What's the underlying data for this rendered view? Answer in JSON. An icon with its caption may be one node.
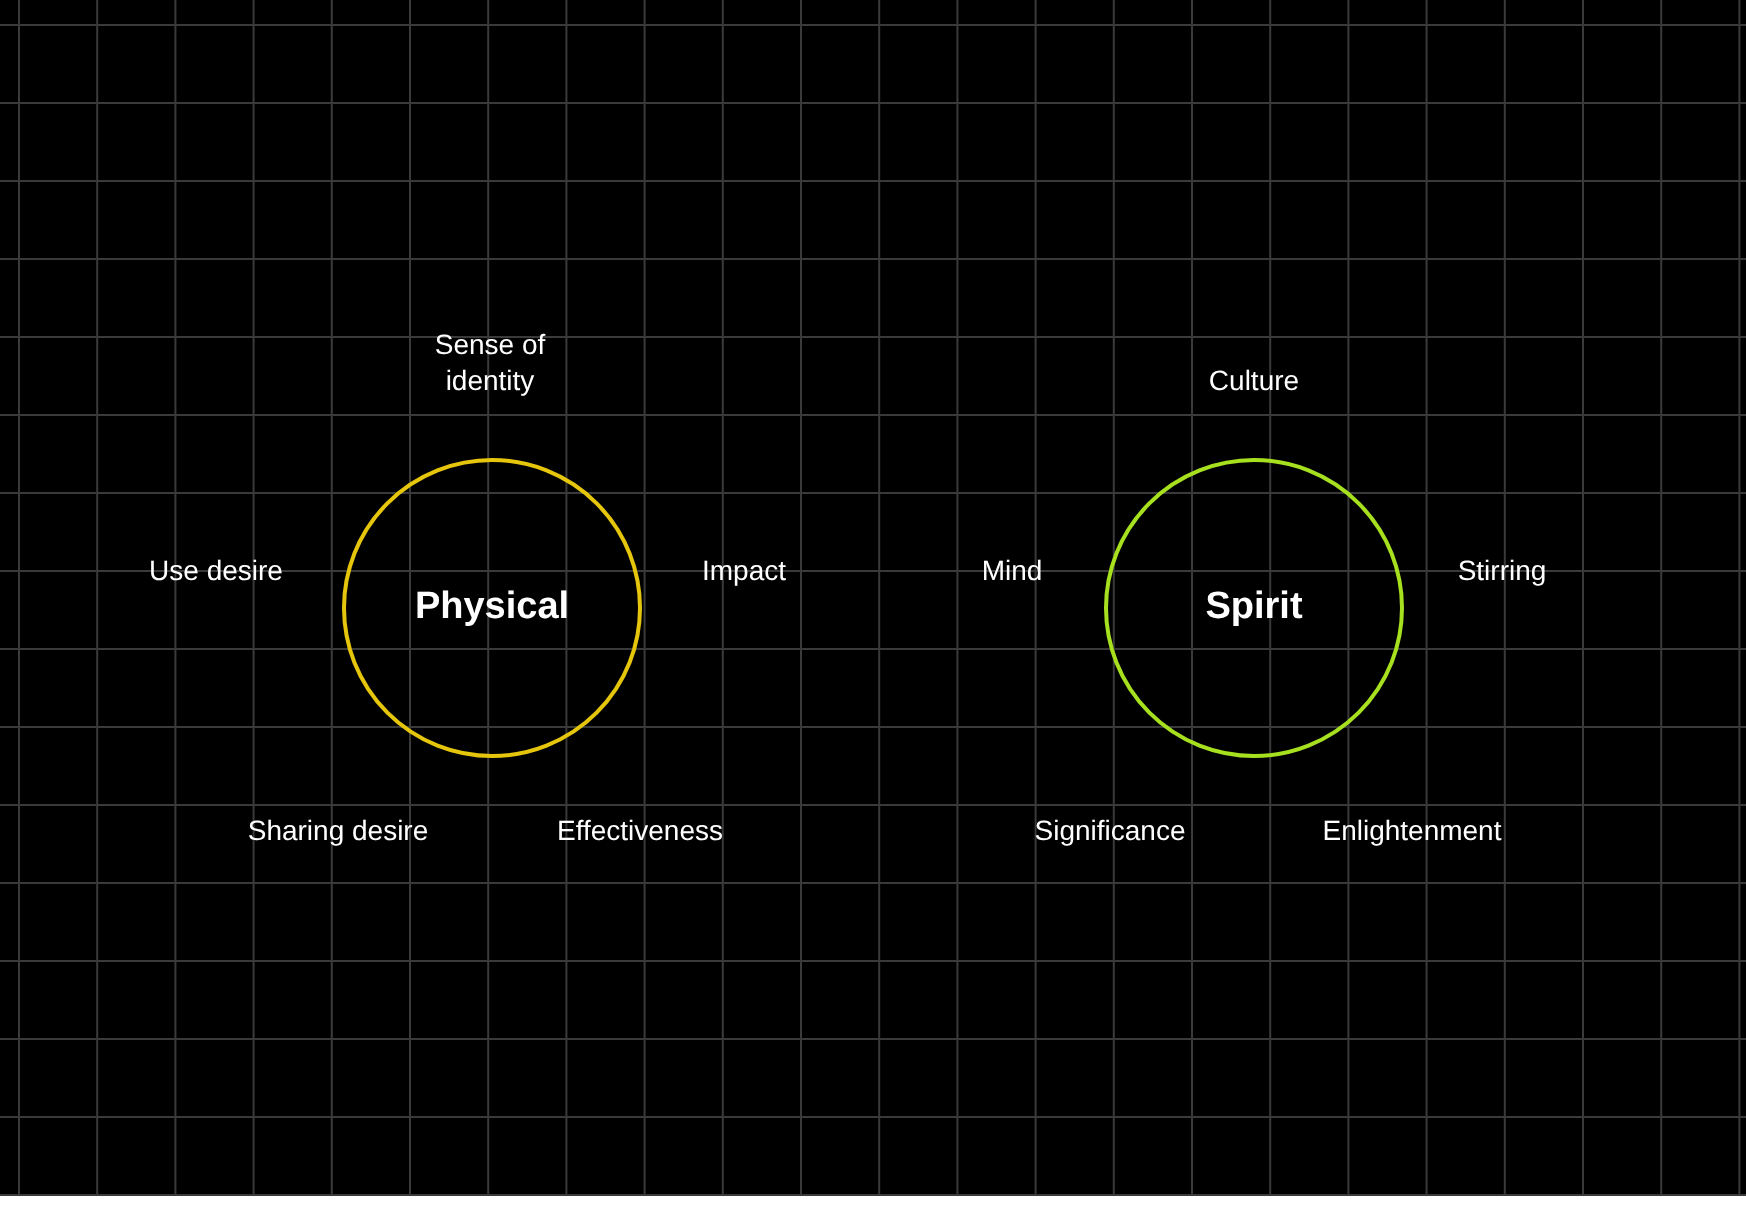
{
  "diagram": {
    "nodes": [
      {
        "text": [
          "Physical"
        ],
        "beside": [
          "Sense of identity",
          "Use desire",
          "Impact",
          "Sharing desire",
          "Effectiveness"
        ]
      },
      {
        "text": [
          "Spirit"
        ],
        "beside": [
          "Culture",
          "Mind",
          "Stirring",
          "Significance",
          "Enlightenment"
        ]
      }
    ]
  }
}
